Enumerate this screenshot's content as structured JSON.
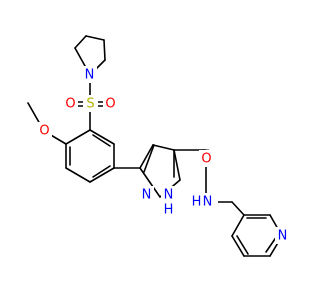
{
  "colors": {
    "bond": "#000000",
    "oxygen": "#ff0000",
    "nitrogen": "#0000ff",
    "sulfur": "#b3b300"
  },
  "atoms": {
    "ring_N": "N",
    "sulfonyl_O_left": "O",
    "sulfur": "S",
    "sulfonyl_O_right": "O",
    "methoxy_O": "O",
    "amide_O": "O",
    "pyrazole_N": "N",
    "pyrazole_NH_N": "N",
    "pyrazole_NH_H": "H",
    "amide_N": "N",
    "amide_H": "H",
    "pyridine_N": "N"
  }
}
